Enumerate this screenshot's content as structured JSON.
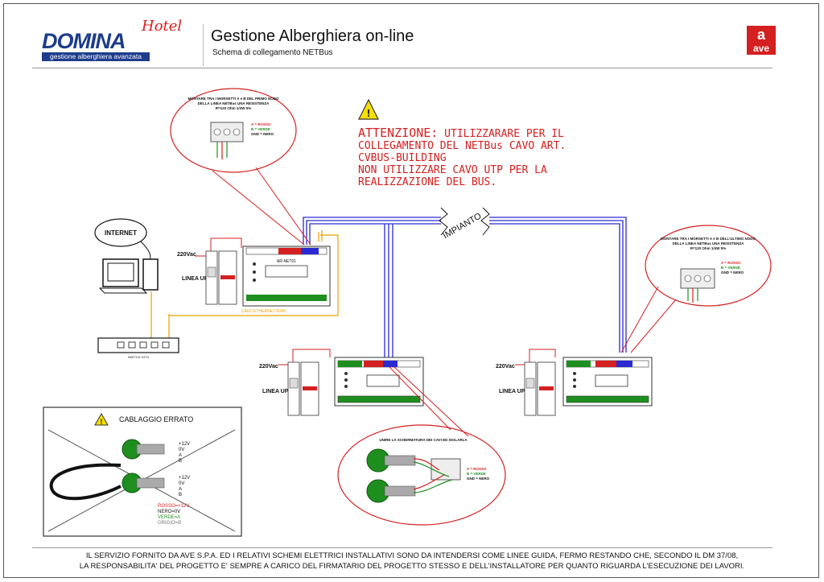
{
  "header": {
    "brand_name": "DOMINA",
    "brand_script": "Hotel",
    "brand_tagline": "gestione alberghiera avanzata",
    "title": "Gestione Alberghiera on-line",
    "subtitle": "Schema di collegamento NETBus",
    "ave_logo": "ave"
  },
  "warning": {
    "line1_lead": "ATTENZIONE:",
    "line1_rest": " UTILIZZARARE PER IL",
    "line2": "COLLEGAMENTO DEL NETBus CAVO ART.",
    "line3": "CVBUS-BUILDING",
    "line4": "NON UTILIZZARE CAVO UTP PER LA",
    "line5": "REALIZZAZIONE DEL BUS."
  },
  "labels": {
    "internet": "INTERNET",
    "impianto": "IMPIANTO",
    "supply_220": "220Vac",
    "linea_ups": "LINEA UPS",
    "cavo_ethernet": "CAVO ETHERNET RJ45",
    "switch": "SWITCH 24TX",
    "module_name": "AR-NET01"
  },
  "callout_first": {
    "text1": "MONTARE TRA I MORSETTI A e B DEL PRIMO NODO",
    "text2": "DELLA LINEA NETBus UNA RESISTENZA",
    "text3": "R=120 Ohm 1/4W 5%",
    "legend_a": "A = ROSSO",
    "legend_b": "B = VERDE",
    "legend_gnd": "GND = NERO"
  },
  "callout_last": {
    "text1": "MONTARE TRA I MORSETTI A e B DELL'ULTIMO NODO",
    "text2": "DELLA LINEA NETBus UNA RESISTENZA",
    "text3": "R=120 Ohm 1/4W 5%",
    "legend_a": "A = ROSSO",
    "legend_b": "B = VERDE",
    "legend_gnd": "GND = NERO"
  },
  "callout_shield": {
    "text1": "UNIRE LA SCHERMATURA DEI CAVI ED ISOLARLA",
    "legend_a": "A = ROSSO",
    "legend_b": "B = VERDE",
    "legend_gnd": "GND = NERO"
  },
  "wrong_wiring": {
    "title": "CABLAGGIO ERRATO",
    "pin_12v": "+12V",
    "pin_0v": "0V",
    "pin_a": "A",
    "pin_b": "B",
    "legend_rosso": "ROSSO=+12V",
    "legend_nero": "NERO=0V",
    "legend_verde": "VERDE=A",
    "legend_grigio": "GRIGIO=B"
  },
  "footer": {
    "line1": "IL SERVIZIO FORNITO DA AVE S.P.A. ED I RELATIVI SCHEMI ELETTRICI INSTALLATIVI SONO DA INTENDERSI COME LINEE GUIDA, FERMO RESTANDO CHE, SECONDO IL DM 37/08,",
    "line2": "LA RESPONSABILITA' DEL PROGETTO E' SEMPRE A CARICO DEL FIRMATARIO DEL PROGETTO STESSO E DELL'INSTALLATORE PER QUANTO RIGUARDA L'ESECUZIONE DEI LAVORI."
  },
  "colors": {
    "red": "#d42020",
    "blue": "#2a2ad0",
    "green": "#1e8f1e",
    "orange": "#e8a000",
    "brand_blue": "#1d3c8c"
  }
}
